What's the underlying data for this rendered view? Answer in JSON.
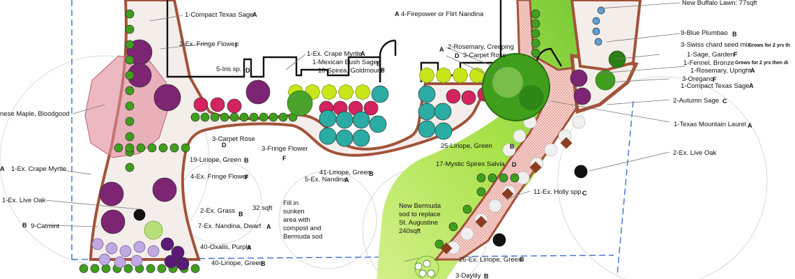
{
  "colors": {
    "background": "#ffffff",
    "bed_fill": "#f4eeea",
    "bed_edge": "#a2533a",
    "lawn_light": "#d4f08a",
    "lawn_mid": "#a8e24a",
    "lawn_dark": "#74c834",
    "property_line": "#3b6fd4",
    "house_wall": "#111111",
    "maple_canopy": "#e0889a",
    "purple_shrub": "#7d2473",
    "magenta_flower": "#d4235e",
    "teal_shrub": "#2aaba3",
    "chartreuse_shrub": "#c8e61a",
    "green_shrub": "#3f9f1c",
    "lavender_shrub": "#c0a8e0",
    "oak_dark": "#111111",
    "holly_brown": "#8a3e20",
    "stepping_stone": "#f0f0f0",
    "pink_pebble": "#f2b5ad",
    "blue_plumbago": "#5aa0d8"
  },
  "icons": [
    "sage-plant-icon",
    "maple-canopy-icon",
    "mountain-laurel-icon",
    "live-oak-icon",
    "holly-icon",
    "daylily-icon",
    "fringe-flower-icon",
    "carpet-rose-icon"
  ],
  "labels": {
    "compact_texas_sage_top": "1-Compact Texas Sage",
    "compact_texas_sage_top_code": "A",
    "fringe_flower_top": "2-Ex. Fringe Flower",
    "fringe_flower_top_code": "F",
    "iris": "5-Iris sp.",
    "iris_code": "D",
    "crape_myrtle_top": "1-Ex. Crape Myrtle",
    "crape_myrtle_top_code": "A",
    "mexican_bush_sage": "1-Mexican Bush Sage",
    "mexican_bush_sage_code": "B",
    "spirea": "10-Spirea, Goldmound",
    "spirea_code": "F",
    "firepower_nandina_code": "A",
    "firepower_nandina": "4-Firepower or Flirt Nandina",
    "rosemary_creeping_code": "A",
    "rosemary_creeping": "2-Rosemary, Creeping",
    "carpet_rose_top_code": "D",
    "carpet_rose_top": "3-Carpet Rose",
    "new_buffalo_lawn": "New Buffalo Lawn: 77sqft",
    "blue_plumbago": "9-Blue Plumbao",
    "blue_plumbago_code": "B",
    "swiss_chard": "3-Swiss chard seed mix",
    "swiss_chard_note": "Grows for 2 yrs th",
    "sage_garden": "1-Sage, Garden",
    "sage_garden_code": "F",
    "fennel_bronze": "1-Fennel, Bronze",
    "fennel_note": "Grows for 2 yrs then di",
    "rosemary_upright": "1-Rosemary, Upright",
    "rosemary_upright_code": "A",
    "oregano": "3-Oregano",
    "oregano_code": "F",
    "compact_texas_sage_right": "1-Compact Texas Sage",
    "compact_texas_sage_right_code": "A",
    "autumn_sage": "2-Autumn Sage",
    "autumn_sage_code": "C",
    "texas_mountain_laurel": "1-Texas Mountain Laurel",
    "texas_mountain_laurel_code": "A",
    "japanese_maple": "nese Maple, Bloodgood",
    "carpet_rose_mid": "3-Carpet Rose",
    "carpet_rose_mid_code": "D",
    "fringe_flower_mid": "3-Fringe Flower",
    "fringe_flower_mid_code": "F",
    "liriope_19": "19-Liriope, Green",
    "liriope_19_code": "B",
    "crape_myrtle_left_code": "A",
    "crape_myrtle_left": "1-Ex. Crape Myrtle",
    "fringe_flower_4": "4-Ex. Fringe Flower",
    "fringe_flower_4_code": "F",
    "liriope_41": "41-Liriope, Green",
    "liriope_41_code": "B",
    "nandina_5": "5-Ex. Nandina",
    "nandina_5_code": "A",
    "liriope_25": "25-Liriope, Green",
    "liriope_25_code": "B",
    "mystic_spires": "17-Mystic Spires Salvia",
    "mystic_spires_code": "D",
    "live_oak_right": "2-Ex. Live Oak",
    "live_oak_left": "1-Ex. Live Oak",
    "grass": "2-Ex. Grass",
    "grass_code": "B",
    "area_32": "32 sqft",
    "fill_note_1": "Fill in",
    "fill_note_2": "sunken",
    "fill_note_3": "area with",
    "fill_note_4": "compost and",
    "fill_note_5": "Bermuda sod",
    "catmint_code": "B",
    "catmint": "9-Catmint",
    "nandina_dwarf": "7-Ex. Nandina, Dwarf",
    "nandina_dwarf_code": "A",
    "oxalis": "40-Oxalis, Purple",
    "oxalis_code": "A",
    "liriope_40": "40-Liriope, Green",
    "liriope_40_code": "B",
    "holly": "11-Ex. Holly spp.",
    "holly_code": "C",
    "bermuda_1": "New Bermuda",
    "bermuda_2": "sod to replace",
    "bermuda_3": "St. Augustine",
    "bermuda_4": "240sqft",
    "liriope_26": "26-Ex. Liriope, Green",
    "liriope_26_code": "B",
    "daylily": "3-Daylily",
    "daylily_code": "B"
  }
}
